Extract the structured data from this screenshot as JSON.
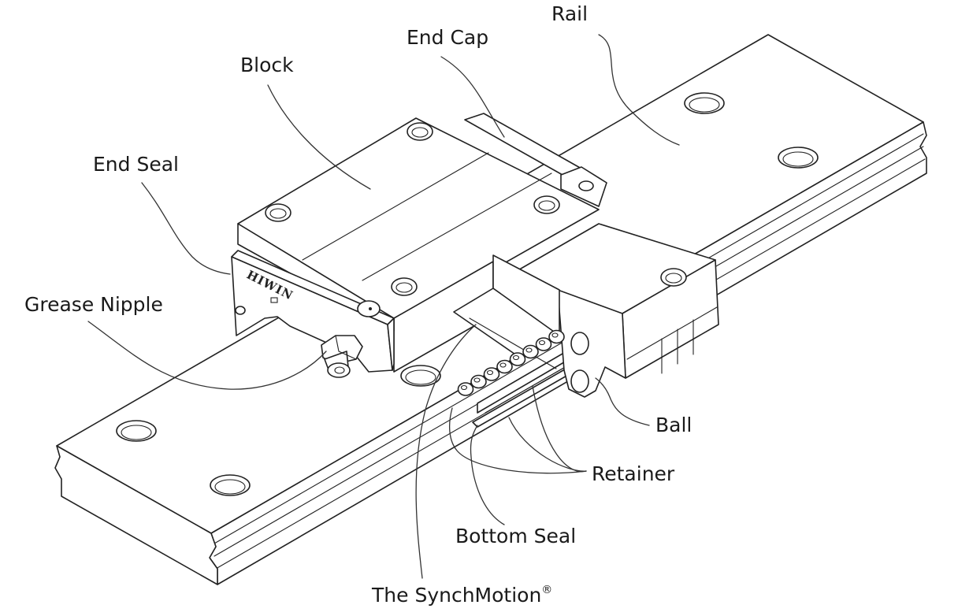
{
  "labels": {
    "rail": "Rail",
    "end_cap": "End Cap",
    "block": "Block",
    "end_seal": "End Seal",
    "grease_nipple": "Grease Nipple",
    "ball": "Ball",
    "retainer": "Retainer",
    "bottom_seal": "Bottom Seal",
    "synchmotion": "The SynchMotion",
    "synchmotion_mark": "®"
  },
  "brand_mark": "HIWIN"
}
